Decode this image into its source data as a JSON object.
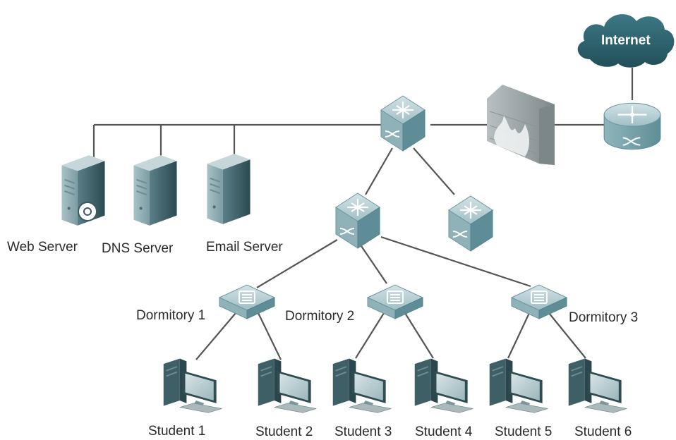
{
  "labels": {
    "internet": "Internet",
    "web_server": "Web Server",
    "dns_server": "DNS Server",
    "email_server": "Email Server",
    "dormitory_1": "Dormitory 1",
    "dormitory_2": "Dormitory 2",
    "dormitory_3": "Dormitory 3",
    "student_1": "Student 1",
    "student_2": "Student 2",
    "student_3": "Student 3",
    "student_4": "Student 4",
    "student_5": "Student 5",
    "student_6": "Student 6"
  },
  "colors": {
    "device_top": "#a9c6cc",
    "device_side": "#5e8e98",
    "device_front": "#7aa6ae",
    "server_dark": "#2f4f57",
    "cloud": "#2c6470",
    "link_line": "#555555",
    "firewall_brick": "#9aa3a6"
  },
  "icons": {
    "core_switch": "core-switch-icon",
    "aggregation_switch": "aggregation-switch-icon",
    "access_switch": "access-switch-icon",
    "router": "router-icon",
    "firewall": "firewall-icon",
    "server": "server-icon",
    "pc": "desktop-pc-icon",
    "cloud": "cloud-icon"
  }
}
